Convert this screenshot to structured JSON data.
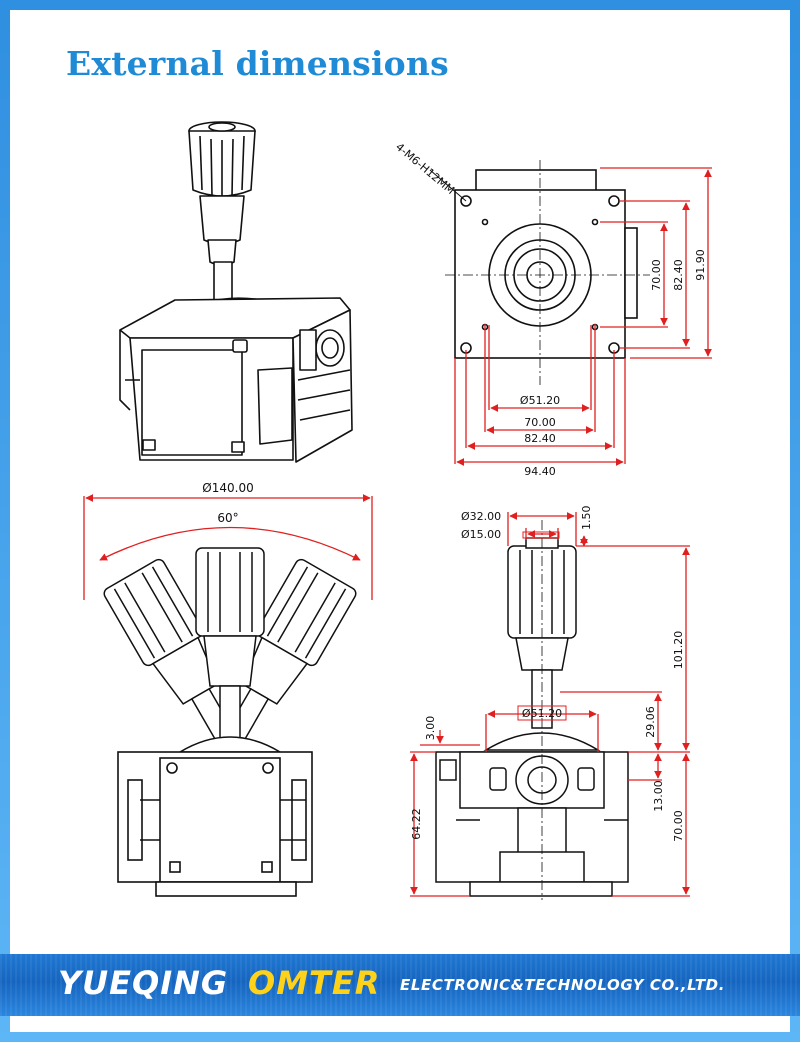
{
  "title": "External dimensions",
  "top_view": {
    "hole_label": "4-M6-H12MM",
    "dims_horizontal": [
      "Ø51.20",
      "70.00",
      "82.40",
      "94.40"
    ],
    "dims_vertical": [
      "70.00",
      "82.40",
      "91.90"
    ]
  },
  "swing_view": {
    "arc_diameter": "Ø140.00",
    "angle": "60°"
  },
  "side_view": {
    "dim_d32": "Ø32.00",
    "dim_d15": "Ø15.00",
    "dim_150": "1.50",
    "dim_d51": "Ø51.20",
    "dim_300": "3.00",
    "dim_6422": "64.22",
    "dim_10120": "101.20",
    "dim_2906": "29.06",
    "dim_1300": "13.00",
    "dim_7000": "70.00"
  },
  "footer": {
    "brand_part1": "YUEQING",
    "brand_part2": "OMTER",
    "brand_part3": "ELECTRONIC&TECHNOLOGY  CO.,LTD."
  },
  "colors": {
    "frame_blue": "#2f8fe0",
    "title_blue": "#1f8bd6",
    "dimension_red": "#e02020",
    "brand_yellow": "#ffd21a"
  }
}
